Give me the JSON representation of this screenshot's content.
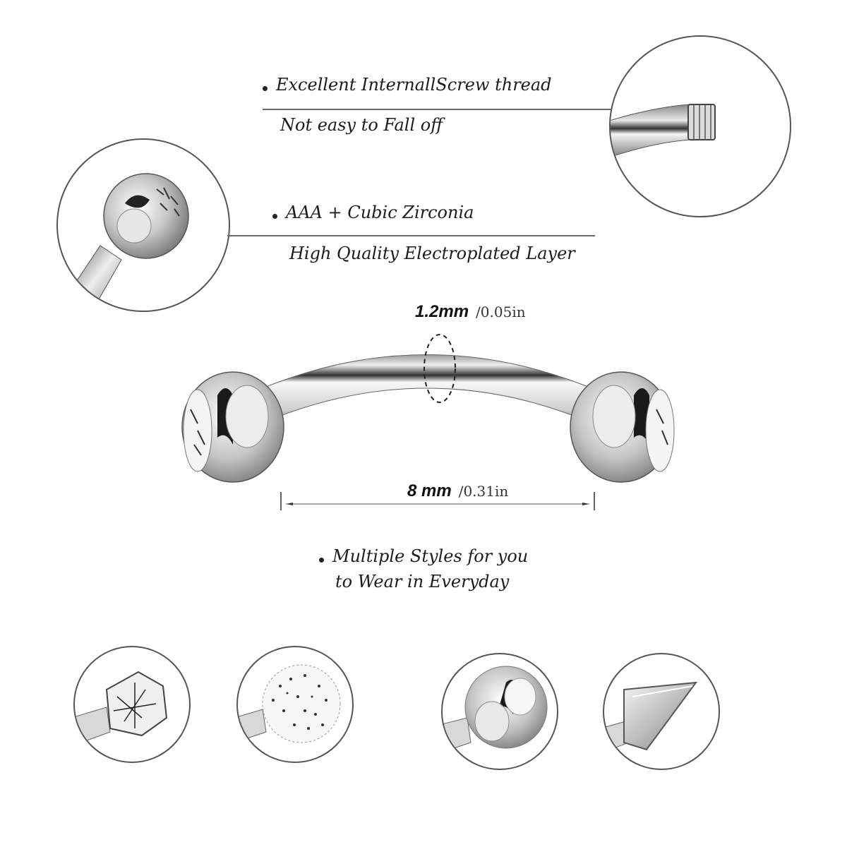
{
  "features": {
    "thread": {
      "title": "Excellent InternallScrew thread",
      "subtitle": "Not easy to Fall off"
    },
    "zirconia": {
      "title": "AAA + Cubic Zirconia",
      "subtitle": "High Quality Electroplated Layer"
    },
    "styles": {
      "line1": "Multiple Styles for you",
      "line2": "to Wear in Everyday"
    }
  },
  "dimensions": {
    "gauge": {
      "metric": "1.2mm",
      "imperial": "/0.05in"
    },
    "length": {
      "metric": "8 mm",
      "imperial": "/0.31in"
    }
  },
  "style_variants": [
    {
      "name": "prong-set-gem-ball"
    },
    {
      "name": "pave-crystal-ball"
    },
    {
      "name": "jeweled-steel-ball"
    },
    {
      "name": "spike-cone"
    }
  ],
  "colors": {
    "metal_light": "#f2f2f2",
    "metal_mid": "#b8b8b8",
    "metal_dark": "#555555",
    "line": "#6a6a6a",
    "text": "#1c1c1c"
  }
}
